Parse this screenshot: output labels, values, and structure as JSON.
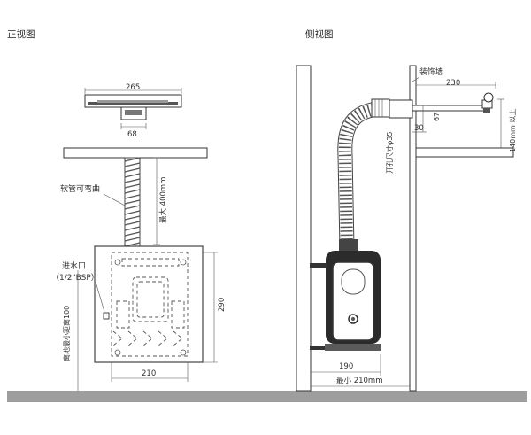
{
  "front_view": {
    "title": "正视图",
    "dim_top_width": "265",
    "dim_bracket_width": "68",
    "label_hose": "软管可弯曲",
    "dim_max_length": "最大 400mm",
    "label_inlet_line1": "进水口",
    "label_inlet_line2": "（1/2\"BSP）",
    "label_floor_distance": "离地最小距离100",
    "dim_height": "290",
    "dim_width": "210"
  },
  "side_view": {
    "title": "侧视图",
    "label_wall": "装饰墙",
    "dim_depth_top": "230",
    "dim_small_height": "67",
    "dim_small_offset": "30",
    "label_hole": "开孔尺寸φ35",
    "dim_min_height": "140mm 以上",
    "dim_unit_depth": "190",
    "dim_min_depth": "最小 210mm"
  },
  "colors": {
    "floor": "#9e9e9e",
    "wall": "#ffffff",
    "unit_dark": "#2b2b2b",
    "unit_mid": "#5a5a5a",
    "line": "#444444"
  }
}
